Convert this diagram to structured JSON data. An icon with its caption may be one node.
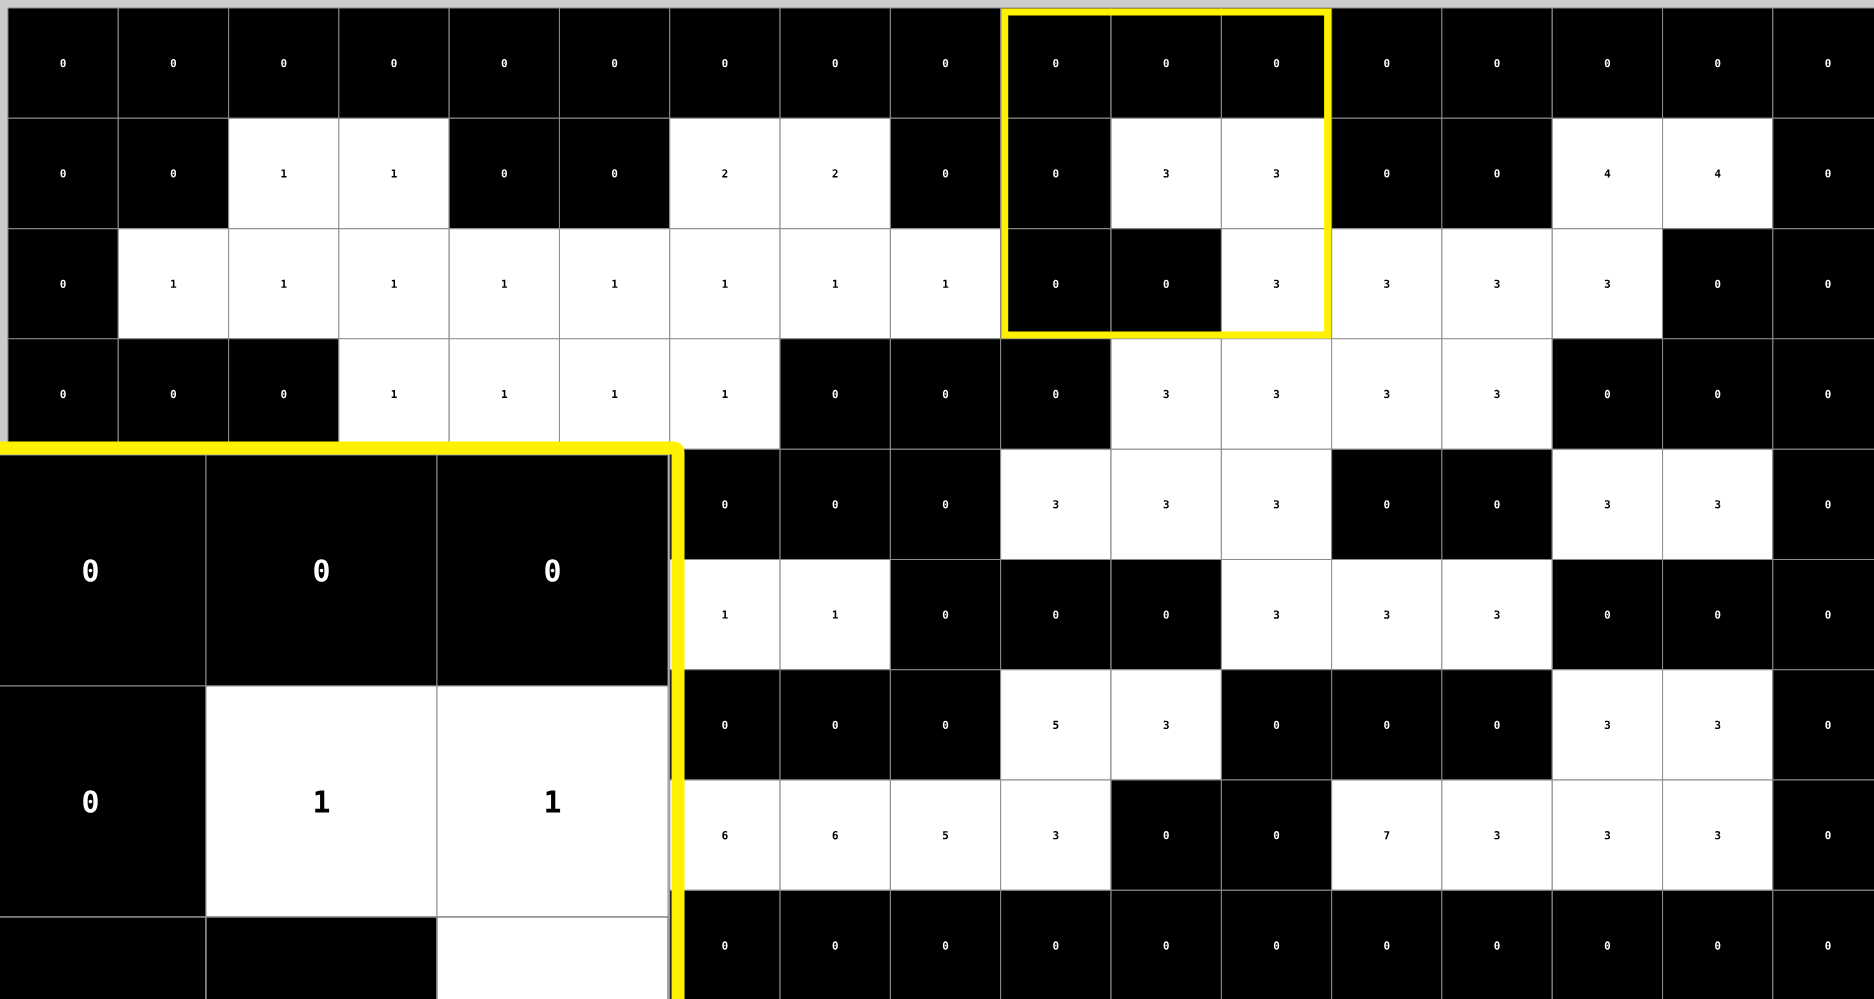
{
  "diagram": {
    "labels": [
      "0",
      "0",
      "0",
      "0",
      "0",
      "0",
      "0",
      "0",
      "0",
      "0",
      "0",
      "0",
      "0",
      "0",
      "0",
      "0",
      "0",
      "0",
      "0",
      "1",
      "1",
      "0",
      "0",
      "2",
      "2",
      "0",
      "0",
      "3",
      "3",
      "0",
      "0",
      "4",
      "4",
      "0",
      "0",
      "1",
      "1",
      "1",
      "1",
      "1",
      "1",
      "1",
      "1",
      "0",
      "0",
      "3",
      "3",
      "3",
      "3",
      "0",
      "0",
      "0",
      "0",
      "0",
      "1",
      "1",
      "1",
      "1",
      "0",
      "0",
      "0",
      "3",
      "3",
      "3",
      "3",
      "0",
      "0",
      "0",
      "0",
      "0",
      "0",
      "3",
      "3",
      "3",
      "0",
      "0",
      "3",
      "3",
      "0",
      "1",
      "1",
      "0",
      "0",
      "0",
      "3",
      "3",
      "3",
      "0",
      "0",
      "0",
      "0",
      "0",
      "0",
      "5",
      "3",
      "0",
      "0",
      "0",
      "3",
      "3",
      "0",
      "6",
      "6",
      "5",
      "3",
      "0",
      "0",
      "7",
      "3",
      "3",
      "3",
      "0",
      "0",
      "0",
      "0",
      "0",
      "0",
      "0",
      "0",
      "0",
      "0",
      "0",
      "0",
      "0",
      "0",
      "0",
      "0",
      "1",
      "1"
    ]
  }
}
